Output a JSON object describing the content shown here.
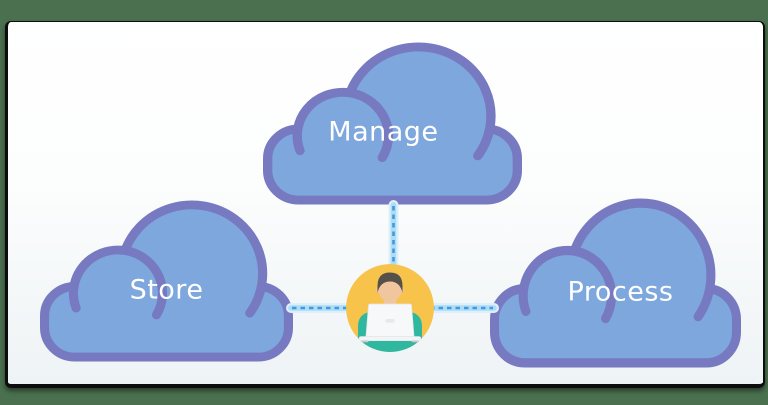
{
  "diagram": {
    "nodes": {
      "manage": {
        "label": "Manage"
      },
      "store": {
        "label": "Store"
      },
      "process": {
        "label": "Process"
      },
      "user": {
        "icon": "person-at-laptop-icon"
      }
    },
    "edges": [
      {
        "from": "store",
        "to": "user",
        "style": "dashed"
      },
      {
        "from": "manage",
        "to": "user",
        "style": "dashed"
      },
      {
        "from": "process",
        "to": "user",
        "style": "dashed"
      }
    ],
    "colors": {
      "cloud_fill": "#7DA7DD",
      "cloud_border": "#7779C1",
      "label_text": "#FFFFFF",
      "connector_dash": "#3E9BE0",
      "connector_glow": "#AFDCF5",
      "avatar_background": "#F7C34A",
      "avatar_shirt": "#2FB89F",
      "page_background": "#4A704F"
    }
  }
}
